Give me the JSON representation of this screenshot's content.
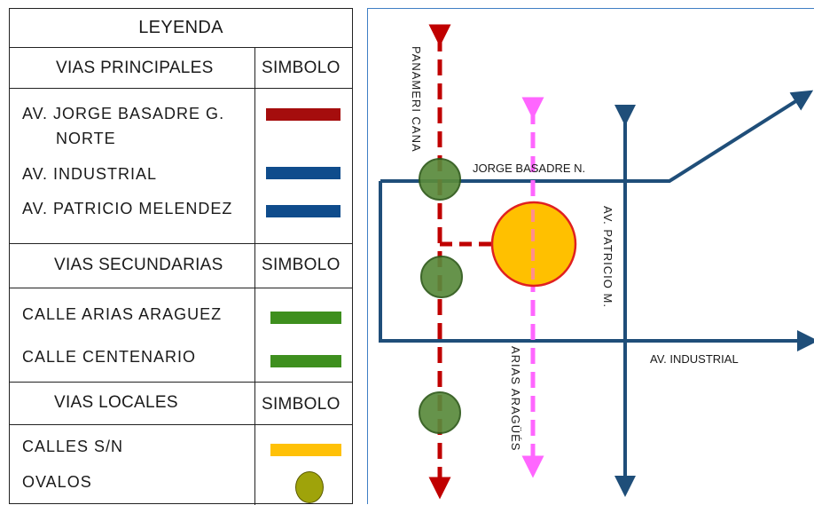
{
  "legend": {
    "title": "LEYENDA",
    "principal": {
      "header": "VIAS PRINCIPALES",
      "symbol_header": "SIMBOLO",
      "items": [
        {
          "label_line1": "AV. JORGE BASADRE G.",
          "label_line2": "NORTE",
          "color": "#a50d0d"
        },
        {
          "label": "AV. INDUSTRIAL",
          "color": "#0f4c8c"
        },
        {
          "label": "AV. PATRICIO MELENDEZ",
          "color": "#0f4c8c"
        }
      ]
    },
    "secundarias": {
      "header": "VIAS SECUNDARIAS",
      "symbol_header": "SIMBOLO",
      "items": [
        {
          "label": "CALLE ARIAS ARAGUEZ",
          "color": "#3e8f1e"
        },
        {
          "label": "CALLE CENTENARIO",
          "color": "#3e8f1e"
        }
      ]
    },
    "locales": {
      "header": "VIAS LOCALES",
      "symbol_header": "SIMBOLO",
      "items": [
        {
          "label": "CALLES S/N",
          "color": "#ffc107"
        },
        {
          "label": "OVALOS",
          "color": "#9fa30a"
        }
      ]
    }
  },
  "map": {
    "labels": {
      "panamericana": "PANAMERI CANA",
      "jorge_basadre": "JORGE BASADRE N.",
      "patricio": "AV. PATRICIO M.",
      "industrial": "AV. INDUSTRIAL",
      "arias": "ARIAS ARAGÜÉS"
    },
    "colors": {
      "main_road": "#1f4e79",
      "panamericana": "#c00000",
      "arias": "#ff66ff",
      "oval_green": "#5a8a3c",
      "big_circle": "#ffc000",
      "big_circle_border": "#e02020"
    }
  }
}
